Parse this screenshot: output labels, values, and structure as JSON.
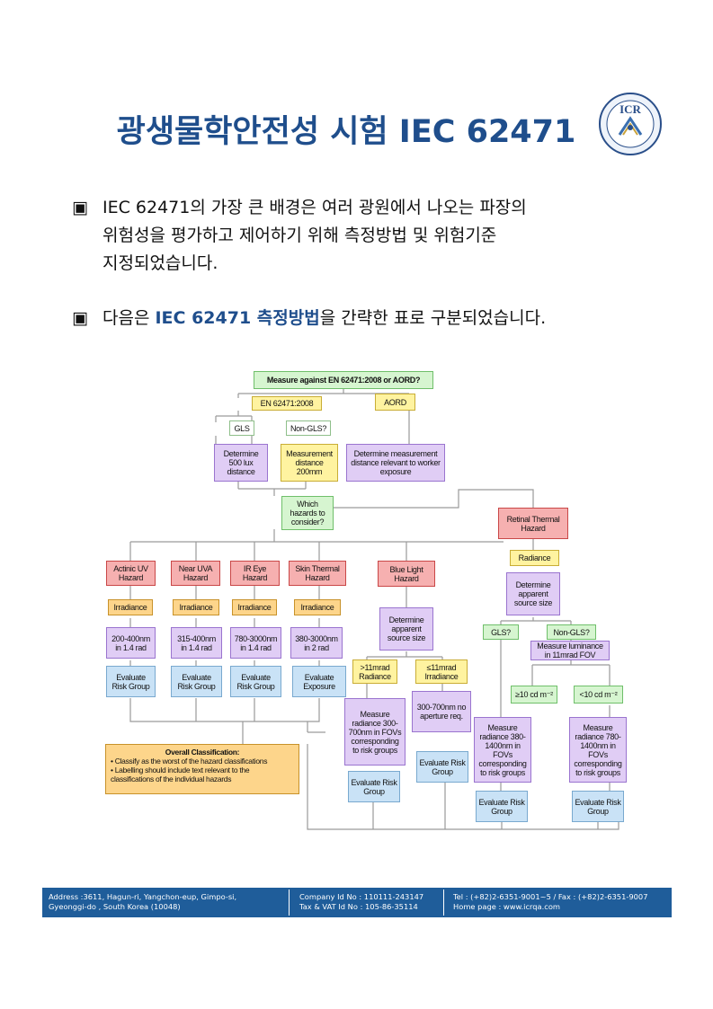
{
  "title": "광생물학안전성 시험 IEC 62471",
  "logo": {
    "text": "ICR"
  },
  "paragraph1": {
    "bullet": "▣",
    "lines": [
      "IEC 62471의 가장 큰 배경은 여러 광원에서 나오는 파장의",
      "위험성을 평가하고 제어하기 위해 측정방법 및 위험기준",
      "지정되었습니다."
    ]
  },
  "paragraph2": {
    "bullet": "▣",
    "before": "다음은 ",
    "highlight": "IEC 62471 측정방법",
    "after": "을 간략한 표로 구분되었습니다."
  },
  "flowchart": {
    "top": "Measure against EN 62471:2008 or AORD?",
    "en": "EN 62471:2008",
    "aord": "AORD",
    "gls": "GLS",
    "nongls": "Non-GLS?",
    "det500": "Determine 500 lux distance",
    "meas200": "Measurement distance 200mm",
    "detworker": "Determine measurement distance relevant to worker exposure",
    "which": "Which hazards to consider?",
    "retinal": "Retinal Thermal Hazard",
    "radiance_rt": "Radiance",
    "det_src_rt": "Determine apparent source size",
    "gls2": "GLS?",
    "nongls2": "Non-GLS?",
    "lum": "Measure luminance in 11mrad FOV",
    "ge10": "≥10 cd m⁻²",
    "lt10": "<10 cd m⁻²",
    "actinic": "Actinic UV Hazard",
    "nearuva": "Near UVA Hazard",
    "ireye": "IR Eye Hazard",
    "skin": "Skin Thermal Hazard",
    "bluelight": "Blue Light Hazard",
    "irr": "Irradiance",
    "r1": "200-400nm in 1.4 rad",
    "r2": "315-400nm in 1.4 rad",
    "r3": "780-3000nm in 1.4 rad",
    "r4": "380-3000nm in 2 rad",
    "eval": "Evaluate Risk Group",
    "evalexp": "Evaluate Exposure",
    "det_src_bl": "Determine apparent source size",
    "gt11": ">11mrad Radiance",
    "le11": "≤11mrad Irradiance",
    "meas_bl": "Measure radiance 300-700nm in FOVs corresponding to risk groups",
    "nonap": "300-700nm no aperture req.",
    "meas_rt1": "Measure radiance 380-1400nm in FOVs corresponding to risk groups",
    "meas_rt2": "Measure radiance 780-1400nm in FOVs corresponding to risk groups",
    "overall_head": "Overall Classification:",
    "overall_1": "• Classify as the worst of the hazard classifications",
    "overall_2": "• Labelling should include text relevant to the classifications of the individual hazards"
  },
  "footer": {
    "address_1": "Address :3611, Hagun-ri, Yangchon-eup, Gimpo-si,",
    "address_2": "Gyeonggi-do , South Korea (10048)",
    "company_1": "Company Id No : 110111-243147",
    "company_2": "Tax & VAT Id No : 105-86-35114",
    "tel": "Tel : (+82)2-6351-9001~5 / Fax : (+82)2-6351-9007",
    "web": "Home page : www.icrqa.com"
  },
  "colors": {
    "title": "#1f4e8c",
    "footer_bg": "#1f5d9a"
  }
}
